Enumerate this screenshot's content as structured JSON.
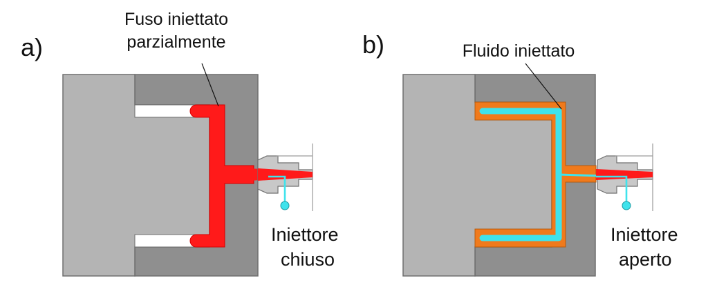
{
  "panels": [
    {
      "id": "a",
      "letter": "a)",
      "top_label_lines": [
        "Fuso iniettato",
        "parzialmente"
      ],
      "bottom_label_lines": [
        "Iniettore",
        "chiuso"
      ]
    },
    {
      "id": "b",
      "letter": "b)",
      "top_label_lines": [
        "Fluido iniettato"
      ],
      "bottom_label_lines": [
        "Iniettore",
        "aperto"
      ]
    }
  ],
  "colors": {
    "mold_left": "#b4b4b4",
    "mold_right": "#8f8f8f",
    "mold_outline": "#6e6e6e",
    "melt": "#ff1a1a",
    "melt_dark": "#d60000",
    "fluid_shell": "#f07a1c",
    "fluid_core": "#3fe3ec",
    "nozzle": "#c8c8c8",
    "nozzle_outline": "#707070"
  }
}
